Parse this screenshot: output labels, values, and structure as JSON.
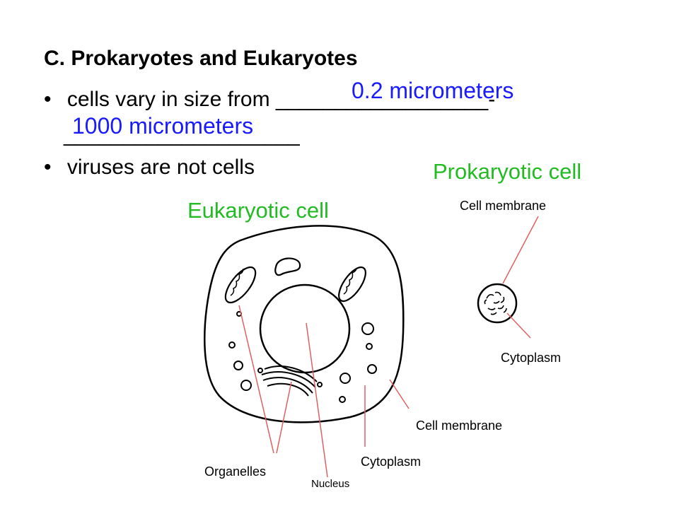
{
  "heading": "C.  Prokaryotes and Eukaryotes",
  "bullets": {
    "b1_text": "cells vary in size from __________________-",
    "b1_blank2": "____________________",
    "b2_text": "viruses are not cells",
    "bullet_symbol": "•"
  },
  "answers": {
    "min_size": "0.2 micrometers",
    "max_size": "1000 micrometers"
  },
  "eukaryotic": {
    "title": "Eukaryotic cell",
    "labels": {
      "organelles": "Organelles",
      "nucleus": "Nucleus",
      "cytoplasm": "Cytoplasm",
      "cell_membrane": "Cell membrane"
    }
  },
  "prokaryotic": {
    "title": "Prokaryotic cell",
    "labels": {
      "cell_membrane": "Cell membrane",
      "cytoplasm": "Cytoplasm"
    }
  },
  "colors": {
    "answer": "#1a1aff",
    "title": "#22bb22",
    "leader_line": "#e06060"
  }
}
